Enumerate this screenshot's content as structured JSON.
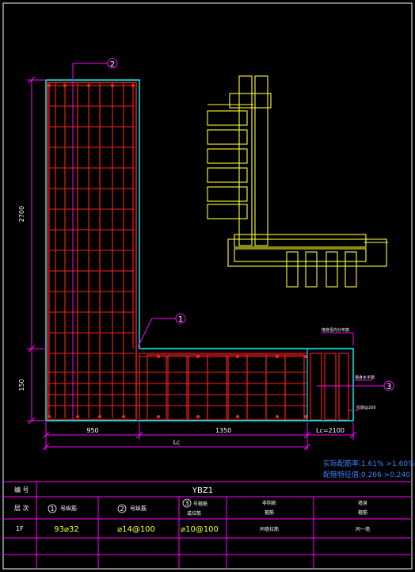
{
  "drawing": {
    "dim_height_upper": "2700",
    "dim_height_lower": "150",
    "dim_bottom_left": "950",
    "dim_bottom_mid": "1350",
    "dim_bottom_right": "Lc=2100",
    "dim_lc": "Lc",
    "callout_1": "1",
    "callout_2": "2",
    "callout_3": "3",
    "note_top_right": "墙身竖向分布筋",
    "note_right_mid": "墙身水平筋",
    "note_right_low": "拉筋@200",
    "ratio_line": "实际配筋率:1.61% >1.60%",
    "volume_line": "配箍特征值:0.266 >0.240"
  },
  "table": {
    "row_label_1": "编 号",
    "title": "YBZ1",
    "row_label_2": "层 次",
    "h_item1_num": "1",
    "h_item1": "号纵筋",
    "h_item2_num": "2",
    "h_item2": "号纵筋",
    "h_item3_num": "3",
    "h_item3a": "号箍筋",
    "h_item3b": "或拉筋",
    "h_col4a": "非阴影",
    "h_col4b": "箍筋",
    "h_col5a": "墙身",
    "h_col5b": "箍筋",
    "row_label_3": "1F",
    "v_item1": "93⌀32",
    "v_item2": "⌀14@100",
    "v_item3": "⌀10@100",
    "v_col4": "同墙拉筋",
    "v_col5": "同一墙"
  },
  "colors": {
    "red": "#ff2020",
    "cyan": "#00ffff",
    "magenta": "#ff00ff",
    "yellow": "#ffff33",
    "white": "#ffffff",
    "blue": "#4080ff"
  }
}
